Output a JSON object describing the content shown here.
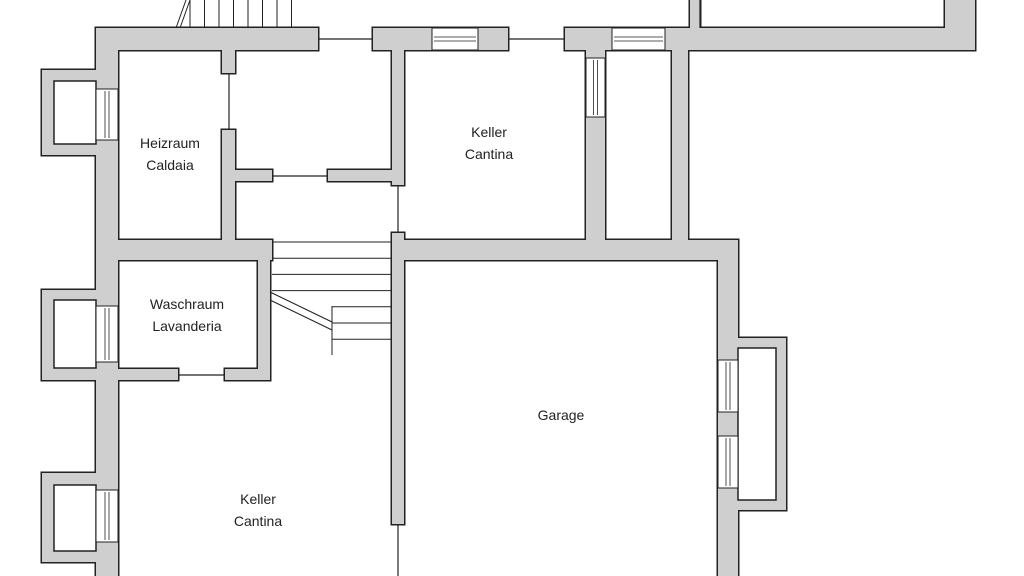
{
  "plan": {
    "rooms": [
      {
        "id": "heizraum",
        "name": "Heizraum",
        "name_it": "Caldaia"
      },
      {
        "id": "keller-top",
        "name": "Keller",
        "name_it": "Cantina"
      },
      {
        "id": "waschraum",
        "name": "Waschraum",
        "name_it": "Lavanderia"
      },
      {
        "id": "garage",
        "name": "Garage"
      },
      {
        "id": "keller-bottom",
        "name": "Keller",
        "name_it": "Cantina"
      }
    ]
  },
  "colors": {
    "wall": "#cfcfcf",
    "outline": "#222222",
    "background": "#ffffff"
  }
}
